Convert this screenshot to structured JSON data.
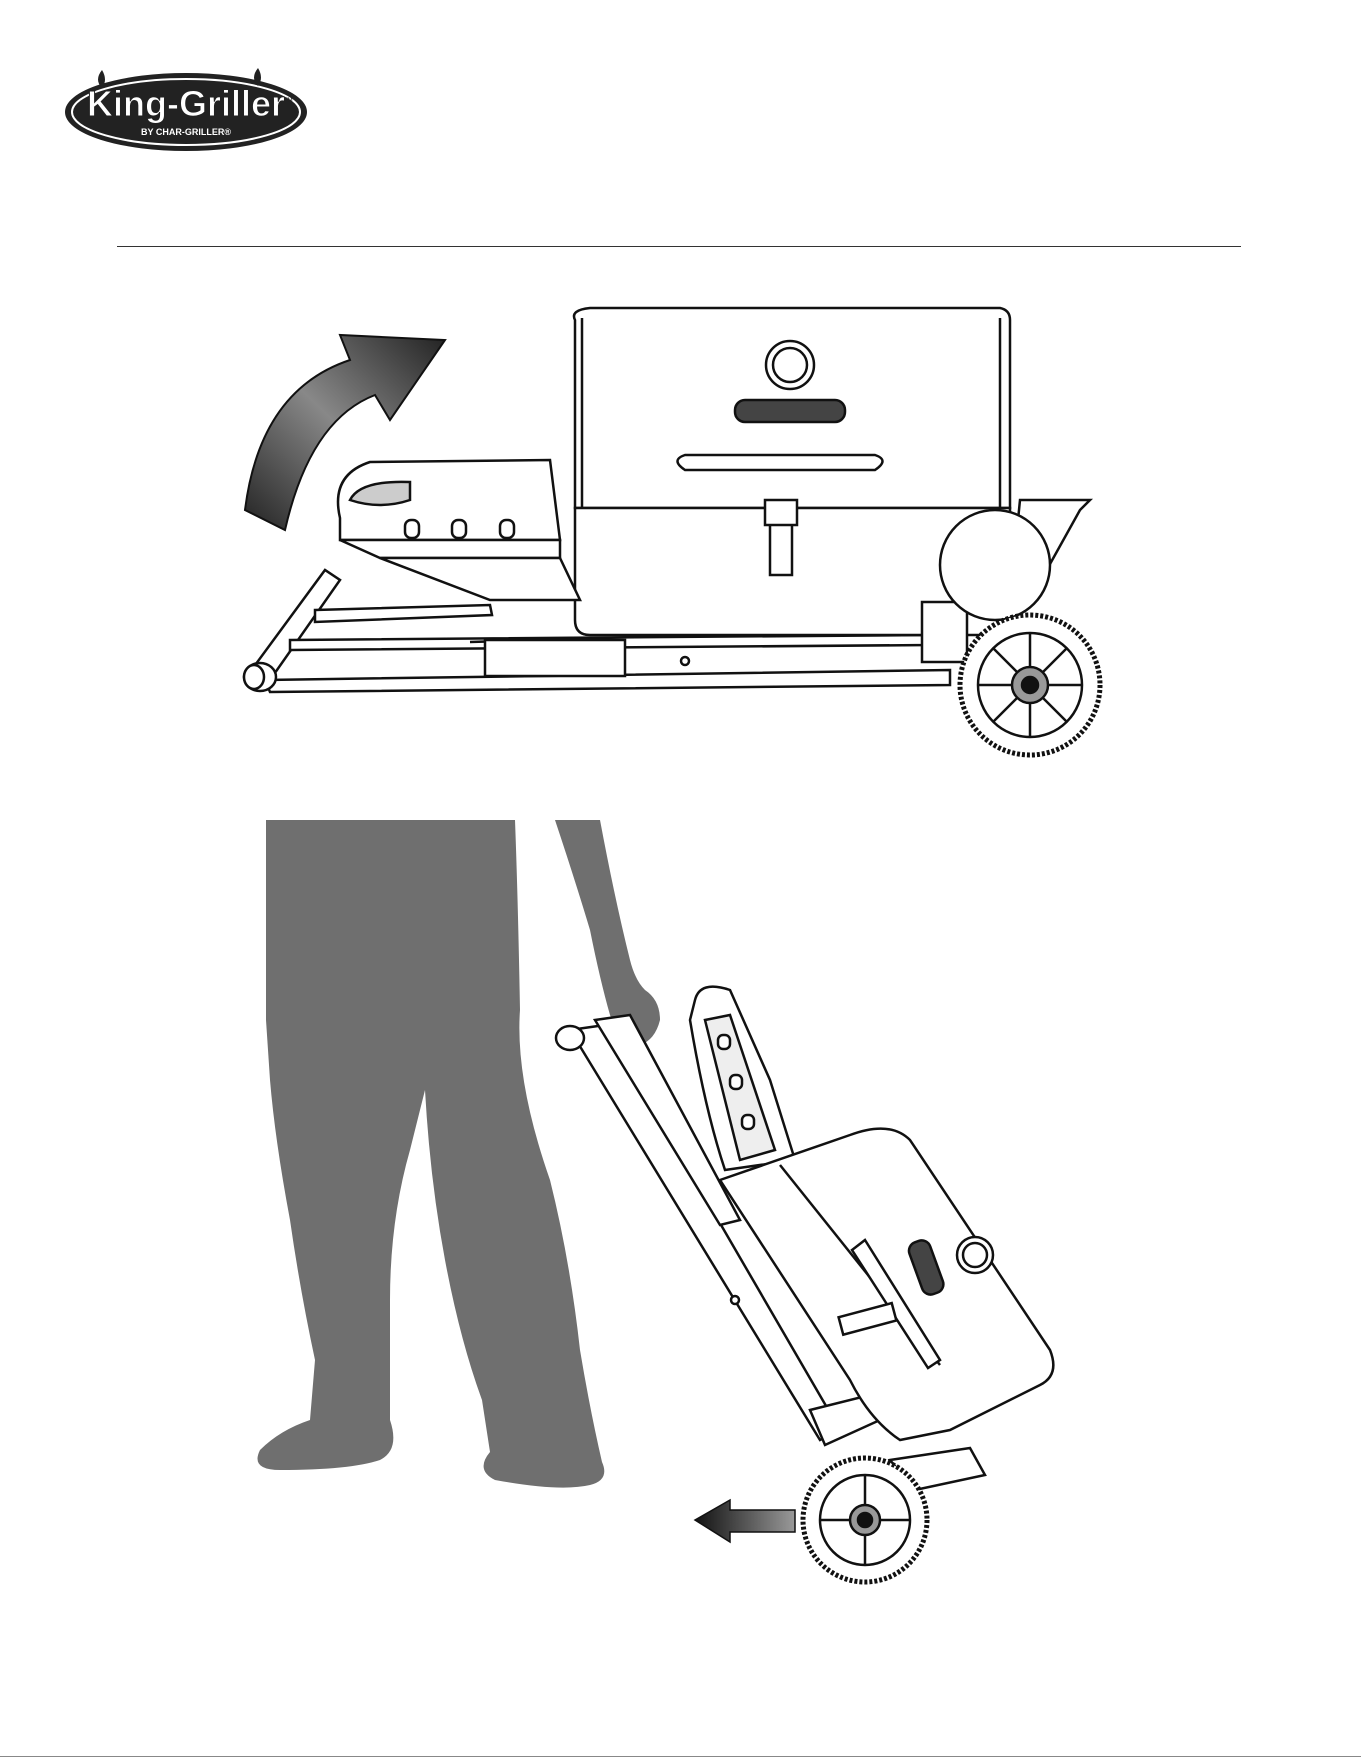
{
  "header": {
    "logo": {
      "brand": "King-Griller",
      "tagline": "BY CHAR-GRILLER®",
      "trademark": "TM"
    }
  },
  "figures": [
    {
      "id": "fig-lift-handle",
      "arrow": "curved-up-arrow-icon"
    },
    {
      "id": "fig-roll-grill",
      "arrow": "left-arrow-icon"
    }
  ],
  "colors": {
    "ink": "#1a1a1a",
    "silhouette": "#6f6f6f",
    "logo_dark": "#222222",
    "logo_light": "#ffffff"
  }
}
